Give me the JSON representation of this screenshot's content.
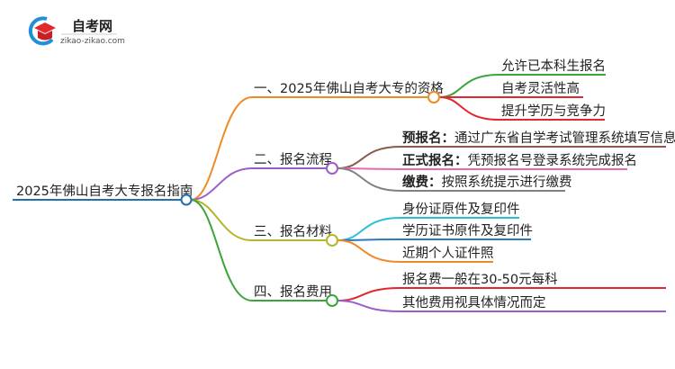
{
  "logo": {
    "name": "自考网",
    "domain": "zikao-zikao.com"
  },
  "root": {
    "label": "2025年佛山自考大专报名指南",
    "color": "#1f6fb2"
  },
  "branches": [
    {
      "label": "一、2025年佛山自考大专的资格",
      "color": "#f08a24",
      "leaves": [
        {
          "text": "允许已本科生报名",
          "color": "#3aa63a"
        },
        {
          "text": "自考灵活性高",
          "color": "#e0282e"
        },
        {
          "text": "提升学历与竞争力",
          "color": "#e0282e"
        }
      ]
    },
    {
      "label": "二、报名流程",
      "color": "#9a5fc6",
      "leaves": [
        {
          "bold": "预报名：",
          "text": "通过广东省自学考试管理系统填写信息",
          "color": "#8a5a4a"
        },
        {
          "bold": "正式报名：",
          "text": "凭预报名号登录系统完成报名",
          "color": "#e66ab0"
        },
        {
          "bold": "缴费：",
          "text": "按照系统提示进行缴费",
          "color": "#808080"
        }
      ]
    },
    {
      "label": "三、报名材料",
      "color": "#b5b52a",
      "leaves": [
        {
          "text": "身份证原件及复印件",
          "color": "#28c0d8"
        },
        {
          "text": "学历证书原件及复印件",
          "color": "#2a7ab8"
        },
        {
          "text": "近期个人证件照",
          "color": "#f08a24"
        }
      ]
    },
    {
      "label": "四、报名费用",
      "color": "#3aa63a",
      "leaves": [
        {
          "text": "报名费一般在30-50元每科",
          "color": "#e0282e"
        },
        {
          "text": "其他费用视具体情况而定",
          "color": "#9a5fc6"
        }
      ]
    }
  ]
}
